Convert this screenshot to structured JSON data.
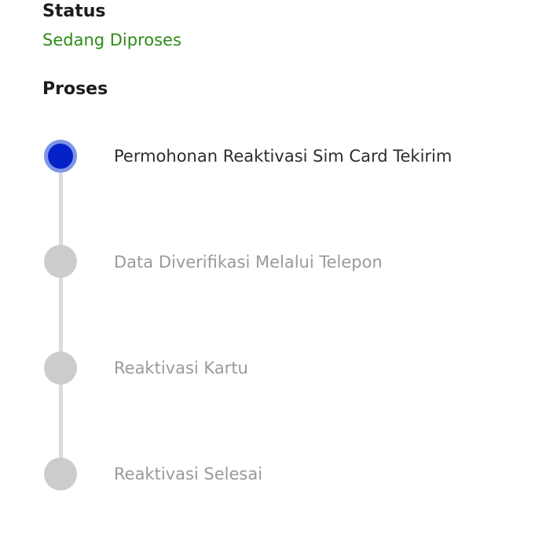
{
  "status": {
    "label": "Status",
    "value": "Sedang Diproses",
    "value_color": "#2e8b16"
  },
  "process": {
    "label": "Proses",
    "active_color": "#0522c8",
    "inactive_color": "#cccccc",
    "steps": [
      {
        "label": "Permohonan Reaktivasi Sim Card Tekirim",
        "state": "active"
      },
      {
        "label": "Data Diverifikasi Melalui Telepon",
        "state": "pending"
      },
      {
        "label": "Reaktivasi Kartu",
        "state": "pending"
      },
      {
        "label": "Reaktivasi Selesai",
        "state": "pending"
      }
    ]
  }
}
